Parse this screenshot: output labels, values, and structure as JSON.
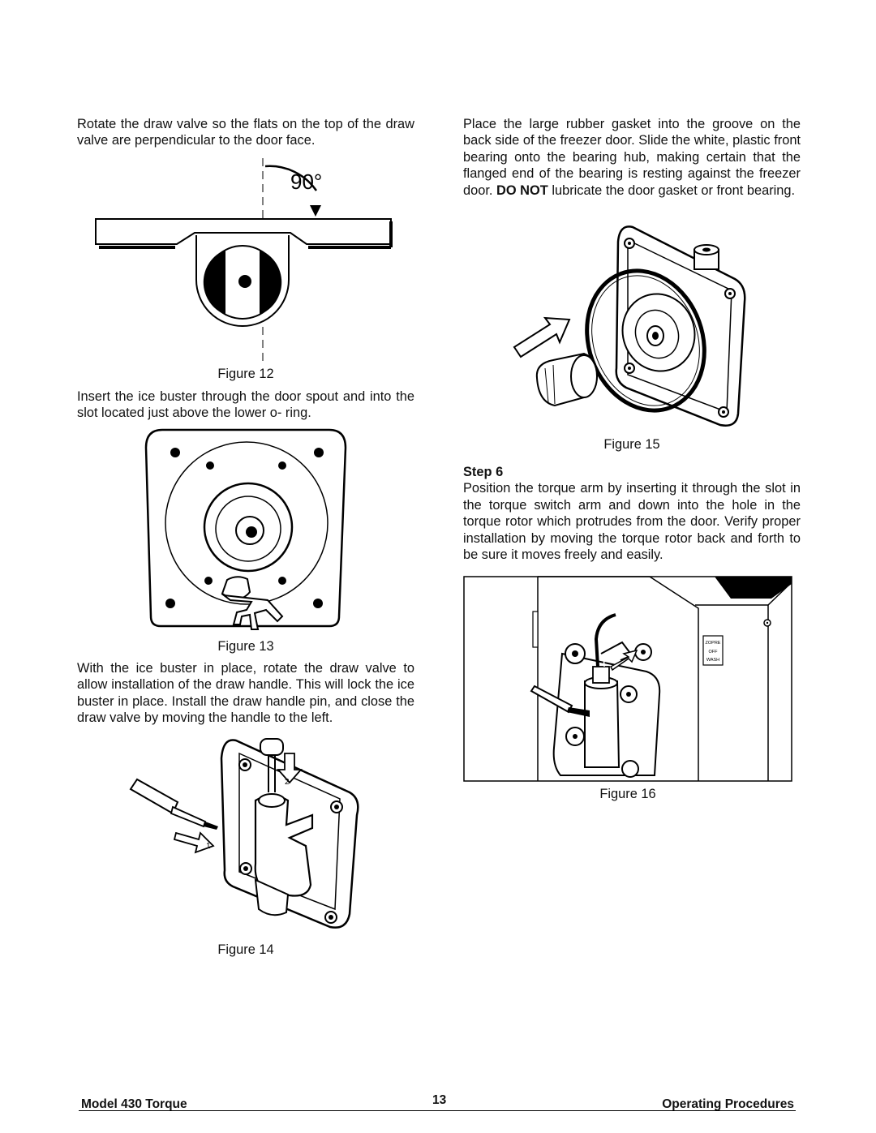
{
  "left": {
    "para1": "Rotate the draw valve so the flats on the top of the draw valve are perpendicular to the door face.",
    "fig12_angle": "90°",
    "fig12_caption": "Figure 12",
    "para2": "Insert the ice buster through the door spout and into the slot located just above the lower o- ring.",
    "fig13_caption": "Figure 13",
    "para3": "With the ice buster in place, rotate the draw valve to allow installation of the draw handle. This will lock the ice buster in place. Install the draw handle pin, and close the draw valve by moving the handle to the left.",
    "fig14_label1": "1",
    "fig14_label2": "2",
    "fig14_caption": "Figure 14"
  },
  "right": {
    "para1_a": "Place the large rubber gasket into the groove on the back side of the freezer door. Slide the white, plastic front bearing onto the bearing hub, making certain that the flanged end of the bearing is resting against the freezer door. ",
    "para1_bold": "DO NOT",
    "para1_b": " lubricate the door gasket or front bearing.",
    "fig15_caption": "Figure 15",
    "step_label": "Step 6",
    "para2": "Position the torque arm by inserting it through the slot in the torque switch arm and down into the hole in the torque rotor which protrudes from the door. Verify proper installation by moving the torque rotor back and forth to be sure it moves freely and easily.",
    "fig16_switch_top": "ZOPRE",
    "fig16_switch_mid": "OFF",
    "fig16_switch_bot": "WASH",
    "fig16_caption": "Figure 16"
  },
  "footer": {
    "model": "Model 430 Torque",
    "page": "13",
    "section": "Operating Procedures"
  }
}
